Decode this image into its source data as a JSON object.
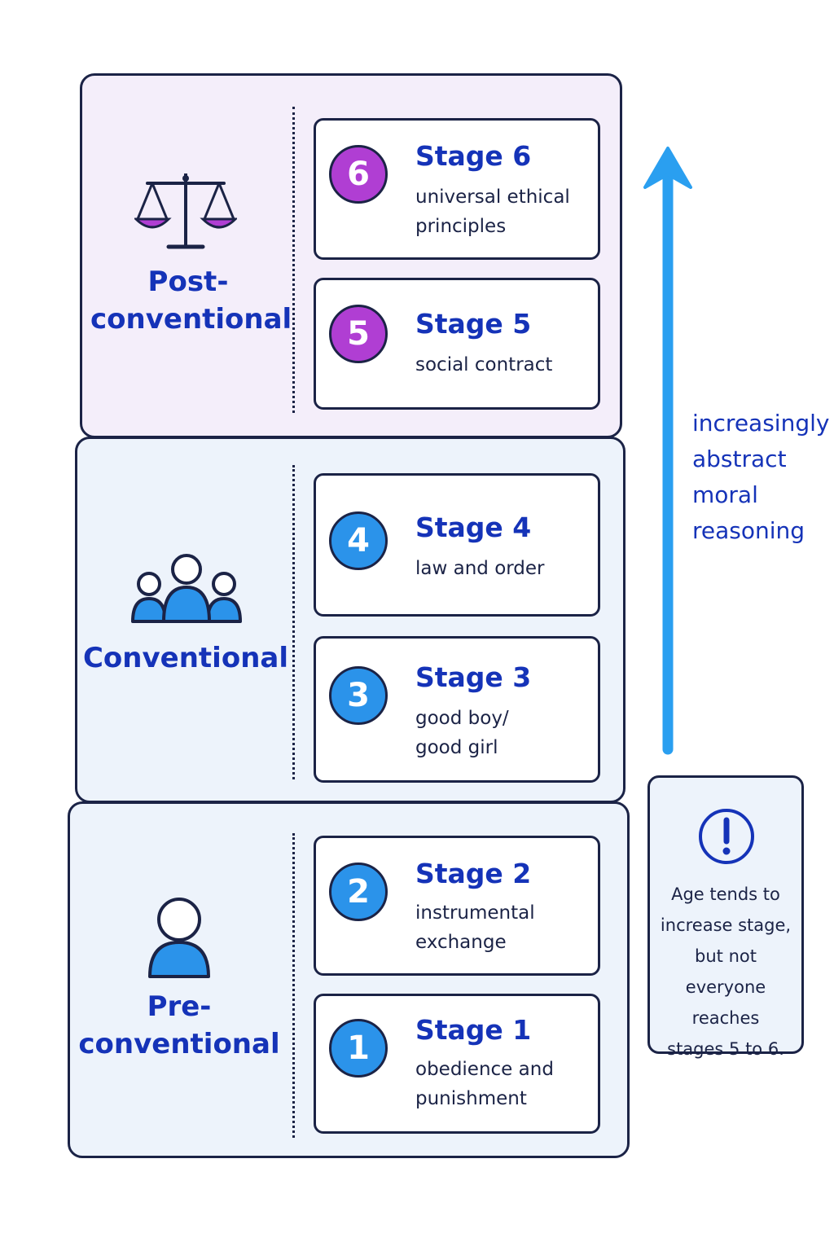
{
  "levels": {
    "post": {
      "label": "Post-\nconventional",
      "icon": "scales-icon"
    },
    "conv": {
      "label": "Conventional",
      "icon": "group-icon"
    },
    "pre": {
      "label": "Pre-\nconventional",
      "icon": "person-icon"
    }
  },
  "stages": [
    {
      "number": "6",
      "title": "Stage 6",
      "desc": "universal ethical principles"
    },
    {
      "number": "5",
      "title": "Stage 5",
      "desc": "social contract"
    },
    {
      "number": "4",
      "title": "Stage 4",
      "desc": "law and order"
    },
    {
      "number": "3",
      "title": "Stage 3",
      "desc": "good boy/ good girl"
    },
    {
      "number": "2",
      "title": "Stage 2",
      "desc": "instrumental exchange"
    },
    {
      "number": "1",
      "title": "Stage 1",
      "desc": "obedience and punishment"
    }
  ],
  "arrow": {
    "label": "increasingly\nabstract\nmoral\nreasoning",
    "icon": "up-arrow-icon"
  },
  "note": {
    "icon": "exclamation-icon",
    "text": "Age tends to\nincrease stage,\nbut not everyone\nreaches\nstages 5 to 6."
  },
  "colors": {
    "purple": "#b03ed3",
    "blue": "#2b93ea",
    "title_blue": "#1533b8",
    "outline": "#1b2346",
    "arrow": "#2a9ff0"
  }
}
